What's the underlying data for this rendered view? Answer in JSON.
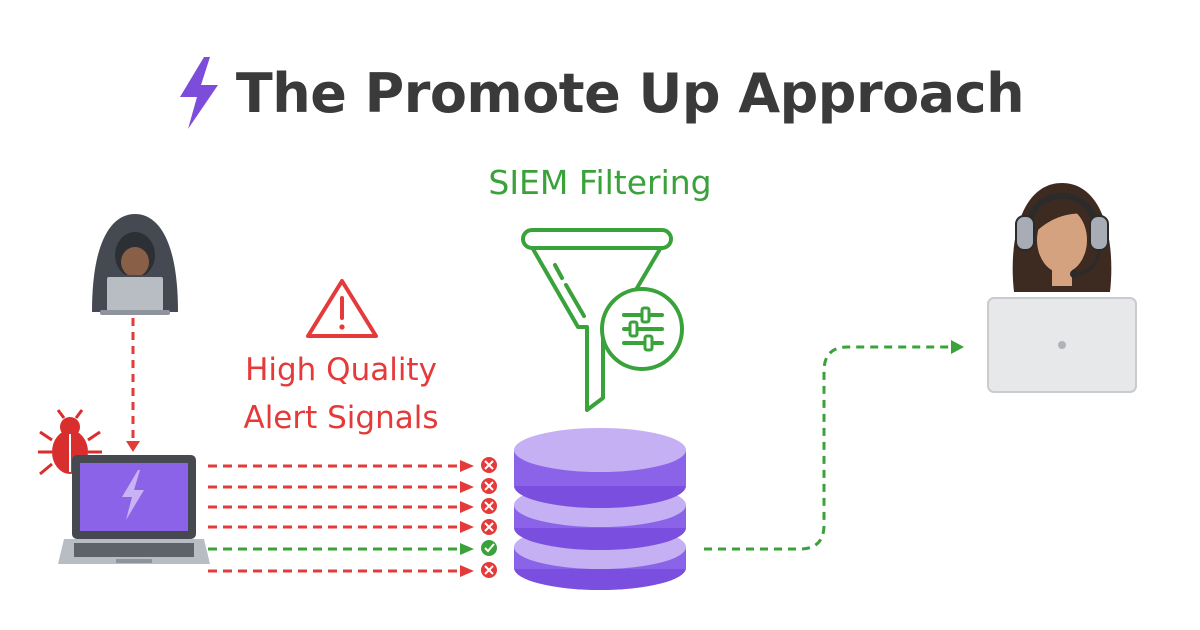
{
  "title": {
    "text": "The Promote Up Approach",
    "icon": "lightning-bolt-icon",
    "icon_color": "#7c4ddb",
    "text_color": "#3a3a3a"
  },
  "siem": {
    "label": "SIEM Filtering",
    "color": "#3aa23a",
    "icon": "funnel-with-sliders-icon"
  },
  "signals": {
    "label_line1": "High Quality",
    "label_line2": "Alert Signals",
    "color": "#e53a3a",
    "icon": "warning-triangle-icon",
    "arrows": [
      {
        "status": "rejected",
        "icon": "x-circle-icon"
      },
      {
        "status": "rejected",
        "icon": "x-circle-icon"
      },
      {
        "status": "rejected",
        "icon": "x-circle-icon"
      },
      {
        "status": "rejected",
        "icon": "x-circle-icon"
      },
      {
        "status": "accepted",
        "icon": "check-circle-icon"
      },
      {
        "status": "rejected",
        "icon": "x-circle-icon"
      }
    ]
  },
  "colors": {
    "accepted": "#3aa23a",
    "rejected": "#e53a3a",
    "database": "#8b63e8"
  },
  "icons": {
    "attacker": "hooded-hacker-icon",
    "malware": "bug-icon",
    "endpoint": "laptop-icon",
    "database": "database-stack-icon",
    "analyst": "analyst-with-headset-icon",
    "analyst_laptop": "laptop-back-icon"
  }
}
